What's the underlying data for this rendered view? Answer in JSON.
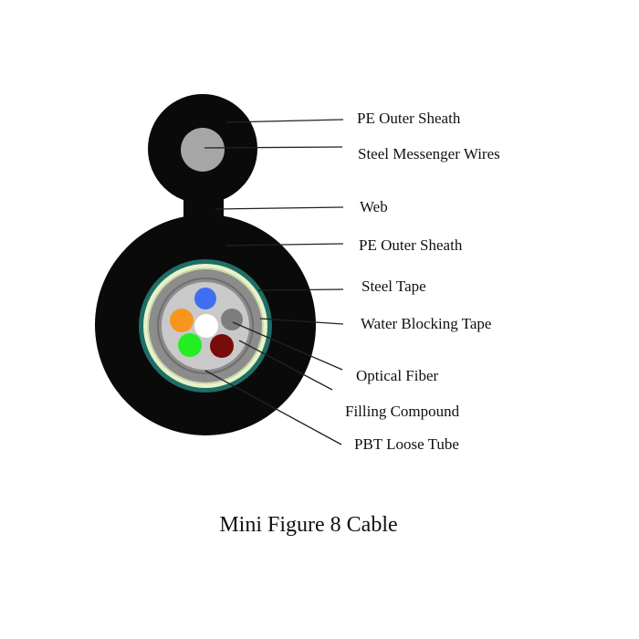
{
  "diagram": {
    "caption": "Mini Figure 8 Cable",
    "labels": {
      "messenger_sheath": "PE Outer Sheath",
      "messenger_wires": "Steel Messenger Wires",
      "web": "Web",
      "cable_sheath": "PE Outer Sheath",
      "steel_tape": "Steel Tape",
      "water_blocking_tape": "Water Blocking Tape",
      "optical_fiber": "Optical Fiber",
      "filling_compound": "Filling Compound",
      "loose_tube": "PBT Loose Tube"
    },
    "colors": {
      "sheath": "#0a0a0a",
      "messenger_wire": "#a6a6a6",
      "steel_tape": "#1f6e66",
      "water_blocking_tape": "#e6f2c8",
      "loose_tube": "#8c8c8c",
      "filling_compound": "#c9c9c9",
      "fiber_blue": "#3f6ff0",
      "fiber_orange": "#f7961e",
      "fiber_white": "#ffffff",
      "fiber_gray": "#7d7d7d",
      "fiber_green": "#22ee22",
      "fiber_brown": "#7a0b0b",
      "leader_line": "#222222"
    }
  }
}
